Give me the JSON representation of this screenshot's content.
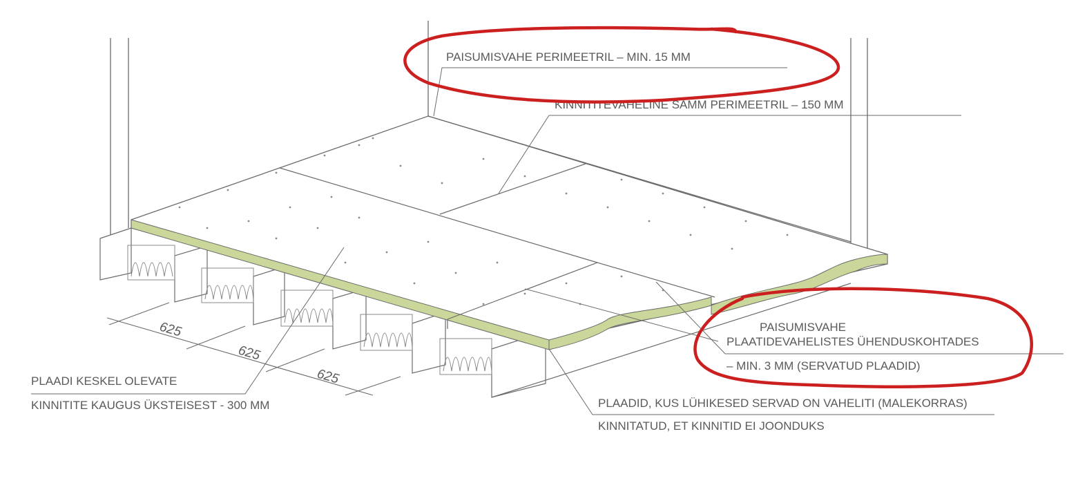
{
  "labels": {
    "perimeter_gap": "PAISUMISVAHE PERIMEETRIL – MIN. 15 MM",
    "perimeter_spacing": "KINNITITEVAHELINE SAMM PERIMEETRIL – 150 MM",
    "joint_gap_line1": "PAISUMISVAHE",
    "joint_gap_line2": "PLAATIDEVAHELISTES ÜHENDUSKOHTADES",
    "joint_gap_line3": "– MIN. 3 MM (SERVATUD PLAADID)",
    "center_line1": "PLAADI KESKEL OLEVATE",
    "center_line2": "KINNITITE KAUGUS ÜKSTEISEST - 300 MM",
    "staggered_line1": "PLAADID, KUS LÜHIKESED SERVAD ON VAHELITI (MALEKORRAS)",
    "staggered_line2": "KINNITATUD, ET KINNITID EI JOONDUKS"
  },
  "dimensions": [
    "625",
    "625",
    "625"
  ],
  "colors": {
    "line": "#6a6a6a",
    "board_edge": "#c9d79a",
    "annotation_circle": "#cc1f1f",
    "text": "#5a5a5a"
  }
}
